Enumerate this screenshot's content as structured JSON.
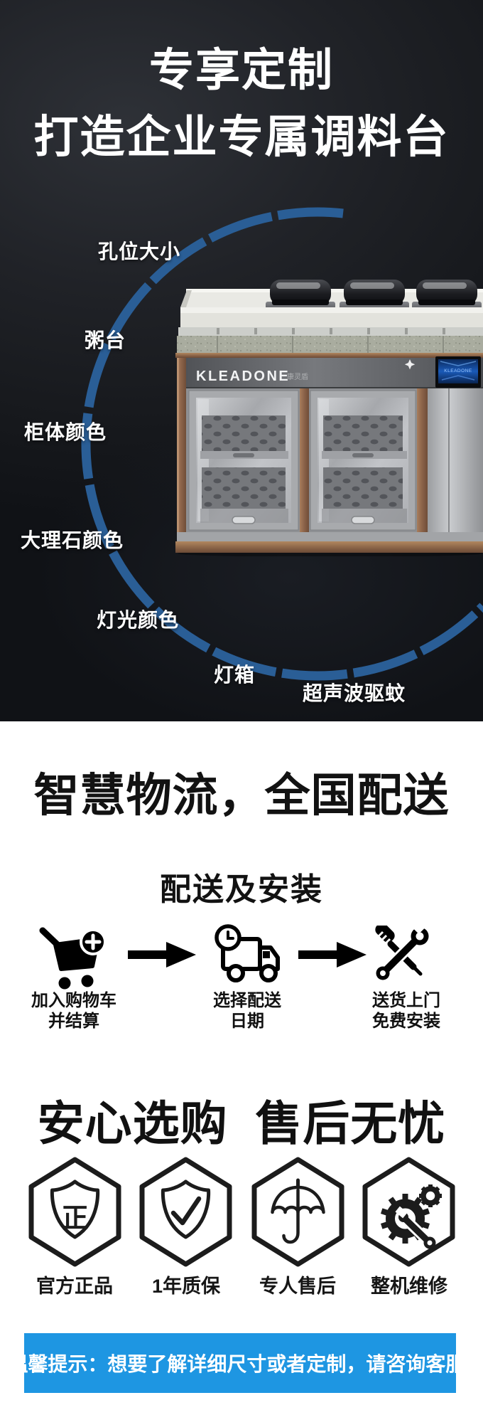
{
  "hero": {
    "title_line1": "专享定制",
    "title_line2": "打造企业专属调料台",
    "feature_labels": [
      {
        "text": "孔位大小"
      },
      {
        "text": "粥台"
      },
      {
        "text": "柜体颜色"
      },
      {
        "text": "大理石颜色"
      },
      {
        "text": "灯光颜色"
      },
      {
        "text": "灯箱"
      },
      {
        "text": "超声波驱蚊"
      }
    ],
    "product": {
      "brand_logo": "KLEADONE",
      "brand_logo_cn": "康灵盾",
      "screen_text": "KLEADONE"
    },
    "accent_arc_color": "#2a5e96"
  },
  "logistics": {
    "title": "智慧物流，全国配送",
    "subtitle": "配送及安装",
    "steps": [
      {
        "icon": "add-to-cart-icon",
        "line1": "加入购物车",
        "line2": "并结算"
      },
      {
        "icon": "delivery-truck-icon",
        "line1": "选择配送",
        "line2": "日期"
      },
      {
        "icon": "install-tools-icon",
        "line1": "送货上门",
        "line2": "免费安装"
      }
    ]
  },
  "aftersales": {
    "title": "安心选购  售后无忧",
    "badges": [
      {
        "icon": "shield-genuine-icon",
        "glyph": "正",
        "label": "官方正品"
      },
      {
        "icon": "shield-check-icon",
        "label": "1年质保"
      },
      {
        "icon": "umbrella-icon",
        "label": "专人售后"
      },
      {
        "icon": "gear-wrench-icon",
        "label": "整机维修"
      }
    ]
  },
  "notice": {
    "text": "温馨提示：想要了解详细尺寸或者定制，请咨询客服!",
    "bg_color": "#1e96e2",
    "text_color": "#ffffff"
  }
}
